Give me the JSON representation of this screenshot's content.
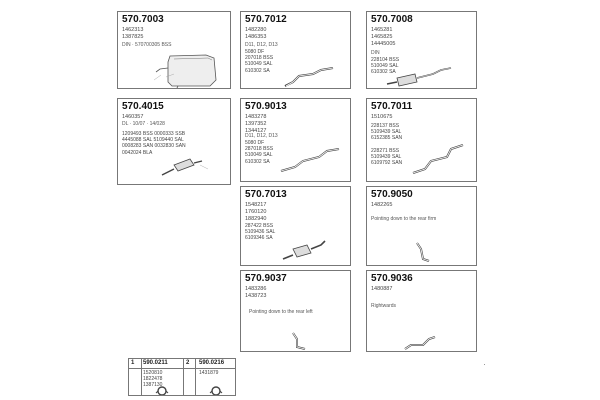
{
  "cards": [
    {
      "id": "c1",
      "code": "570.7003",
      "refs": [
        "1462313",
        "1387825"
      ],
      "note": "DIN · 570700305 BSS"
    },
    {
      "id": "c2",
      "code": "570.7012",
      "refs": [
        "1482280",
        "1486353"
      ],
      "note": "D11, D12, D13",
      "spec": [
        "5080 DF",
        "207018 BSS",
        "510049 SAL",
        "610302 SA"
      ]
    },
    {
      "id": "c3",
      "code": "570.7008",
      "refs": [
        "1465281",
        "1465825",
        "14445005"
      ],
      "note": "DIN",
      "spec": [
        "228104 BSS",
        "510049 SAL",
        "610302 SA"
      ]
    },
    {
      "id": "c4",
      "code": "570.4015",
      "refs": [
        "1460357"
      ],
      "note": "DL · 10/07 · 14/028",
      "spec": [
        "1209493 BSS  0000333 SSB",
        "4445088 SAL  5109440 SAL",
        "0008283 SAN  0032830 SAN",
        "0042024 BLA"
      ]
    },
    {
      "id": "c5",
      "code": "570.9013",
      "refs": [
        "1483278",
        "1397352",
        "1344127"
      ],
      "note": "D11, D12, D13",
      "spec": [
        "5080 DF",
        "287018 BSS",
        "510049 SAL",
        "610302 SA"
      ]
    },
    {
      "id": "c6",
      "code": "570.7011",
      "refs": [
        "1510675"
      ],
      "spec": [
        "228137 BSS",
        "5109439 SAL",
        "6152385 SAN",
        "",
        "228271 BSS",
        "5109439 SAL",
        "6109792 SAN"
      ]
    },
    {
      "id": "c7",
      "code": "570.7013",
      "refs": [
        "1548217",
        "1760120",
        "1882940"
      ],
      "spec": [
        "287422 BSS",
        "5109436 SAL",
        "6109346 SA"
      ]
    },
    {
      "id": "c8",
      "code": "570.9050",
      "refs": [
        "1482265"
      ],
      "note": "Pointing down to the rear firm"
    },
    {
      "id": "c9",
      "code": "570.9037",
      "refs": [
        "1483286",
        "1438723"
      ],
      "note": "Pointing down to the rear left"
    },
    {
      "id": "c10",
      "code": "570.9036",
      "refs": [
        "1480887"
      ],
      "note": "Rightwards"
    }
  ],
  "small": [
    {
      "num": "1",
      "code": "590.0211",
      "refs": [
        "1520810",
        "1822478",
        "1387130"
      ]
    },
    {
      "num": "2",
      "code": "590.0216",
      "refs": [
        "1431879"
      ]
    }
  ],
  "colors": {
    "border": "#777777",
    "text": "#222222",
    "line": "#444444"
  }
}
